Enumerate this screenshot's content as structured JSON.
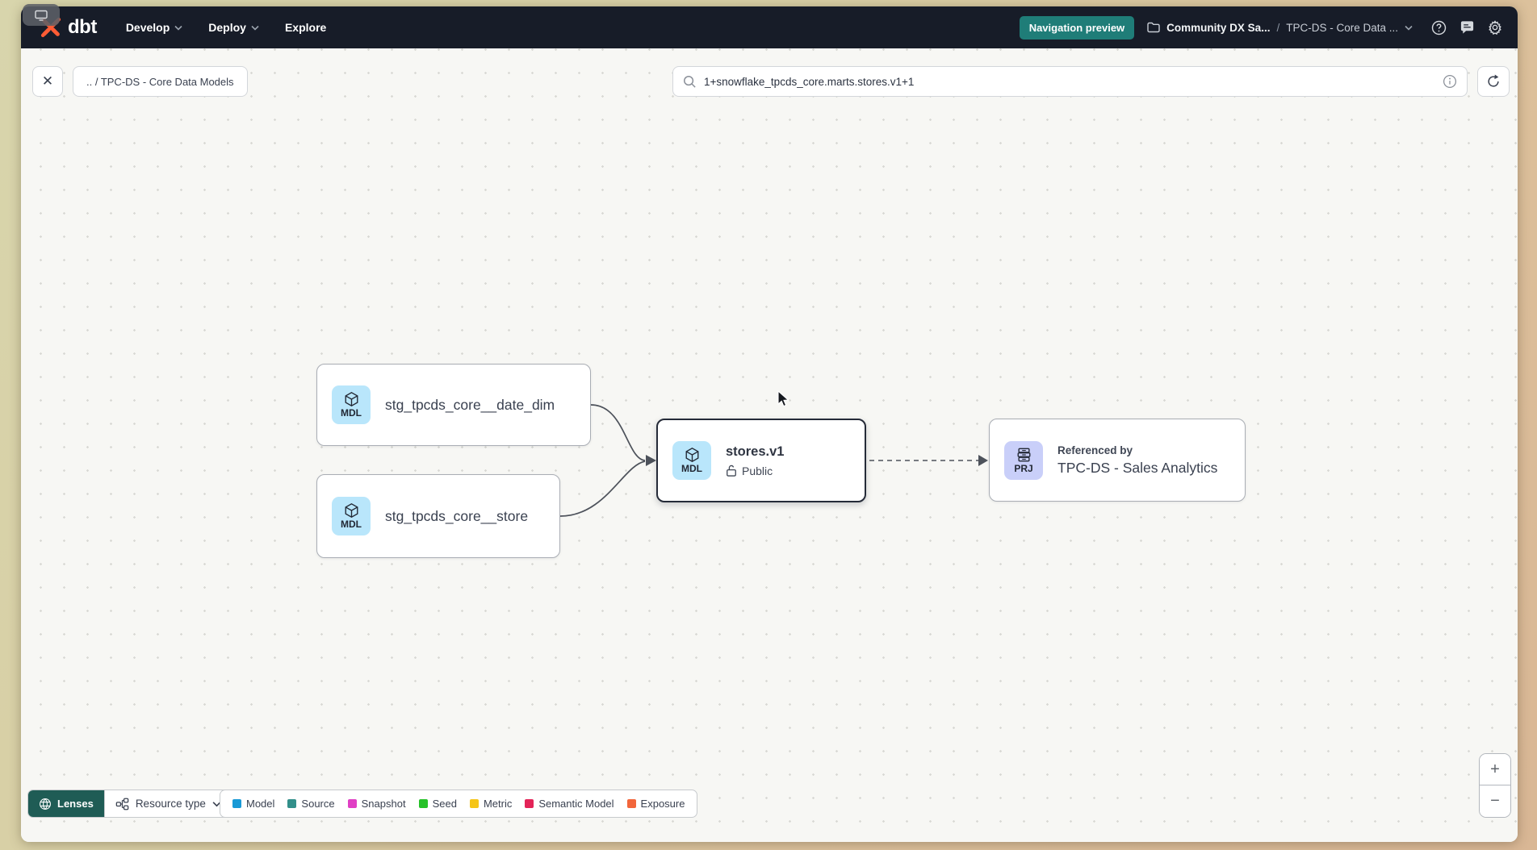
{
  "navbar": {
    "logo_text": "dbt",
    "menu": [
      {
        "label": "Develop",
        "has_chevron": true
      },
      {
        "label": "Deploy",
        "has_chevron": true
      },
      {
        "label": "Explore",
        "has_chevron": false
      }
    ],
    "preview_badge": "Navigation preview",
    "breadcrumb": {
      "project": "Community DX Sa...",
      "separator": "/",
      "page": "TPC-DS - Core Data ..."
    },
    "icons": [
      "help-icon",
      "feedback-icon",
      "settings-icon"
    ]
  },
  "toolbar": {
    "breadcrumb_chip": ".. / TPC-DS - Core Data Models",
    "search": {
      "value": "1+snowflake_tpcds_core.marts.stores.v1+1",
      "placeholder": ""
    }
  },
  "graph": {
    "nodes": [
      {
        "badge": "MDL",
        "label": "stg_tpcds_core__date_dim"
      },
      {
        "badge": "MDL",
        "label": "stg_tpcds_core__store"
      },
      {
        "badge": "MDL",
        "label": "stores.v1",
        "sublabel": "Public",
        "selected": true
      },
      {
        "badge": "PRJ",
        "kicker": "Referenced by",
        "label": "TPC-DS - Sales Analytics"
      }
    ],
    "edges": [
      {
        "from": "stg_tpcds_core__date_dim",
        "to": "stores.v1",
        "style": "solid"
      },
      {
        "from": "stg_tpcds_core__store",
        "to": "stores.v1",
        "style": "solid"
      },
      {
        "from": "stores.v1",
        "to": "TPC-DS - Sales Analytics",
        "style": "dashed"
      }
    ]
  },
  "footer": {
    "lenses_label": "Lenses",
    "resource_type_label": "Resource type",
    "legend": [
      {
        "label": "Model",
        "color": "#1899d6"
      },
      {
        "label": "Source",
        "color": "#328f8a"
      },
      {
        "label": "Snapshot",
        "color": "#e03fc4"
      },
      {
        "label": "Seed",
        "color": "#26c128"
      },
      {
        "label": "Metric",
        "color": "#f5c518"
      },
      {
        "label": "Semantic Model",
        "color": "#e32458"
      },
      {
        "label": "Exposure",
        "color": "#f2663b"
      }
    ]
  },
  "zoom_controls": {
    "zoom_in": "+",
    "zoom_out": "−"
  },
  "glyphs": {
    "close": "✕"
  },
  "colors": {
    "navbar_bg": "#171c28",
    "badge_teal": "#1f7d78",
    "lenses_teal": "#1f5c55",
    "canvas_bg": "#f7f7f4",
    "model_tile": "#b9e6fb",
    "project_tile": "#c9cff9",
    "dbt_orange": "#ff5c35",
    "edge": "#4d525b"
  }
}
